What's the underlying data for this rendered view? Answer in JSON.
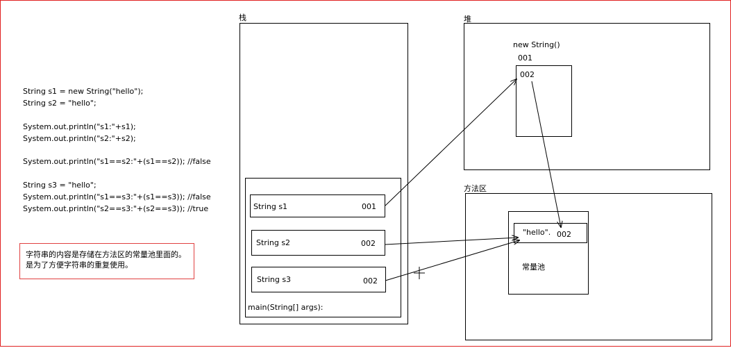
{
  "code": {
    "lines": [
      "String s1 = new String(\"hello\");",
      "String s2 = \"hello\";",
      "System.out.println(\"s1:\"+s1);",
      "System.out.println(\"s2:\"+s2);",
      "System.out.println(\"s1==s2:\"+(s1==s2)); //false",
      "String s3 = \"hello\";",
      "System.out.println(\"s1==s3:\"+(s1==s3)); //false",
      "System.out.println(\"s2==s3:\"+(s2==s3)); //true"
    ]
  },
  "note": {
    "line1": "字符串的内容是存储在方法区的常量池里面的。",
    "line2": "是为了方便字符串的重复使用。"
  },
  "stack": {
    "title": "栈",
    "frame_label": "main(String[] args):",
    "vars": [
      {
        "name": "String s1",
        "value": "001"
      },
      {
        "name": "String s2",
        "value": "002"
      },
      {
        "name": "String s3",
        "value": "002"
      }
    ]
  },
  "heap": {
    "title": "堆",
    "object_label": "new String()",
    "object_addr": "001",
    "inner_value": "002"
  },
  "method_area": {
    "title": "方法区",
    "pool_label": "常量池",
    "literal": "\"hello\".",
    "literal_addr": "002"
  },
  "colors": {
    "outer_border": "#e02020",
    "note_border": "#e04040",
    "line": "#000000"
  }
}
